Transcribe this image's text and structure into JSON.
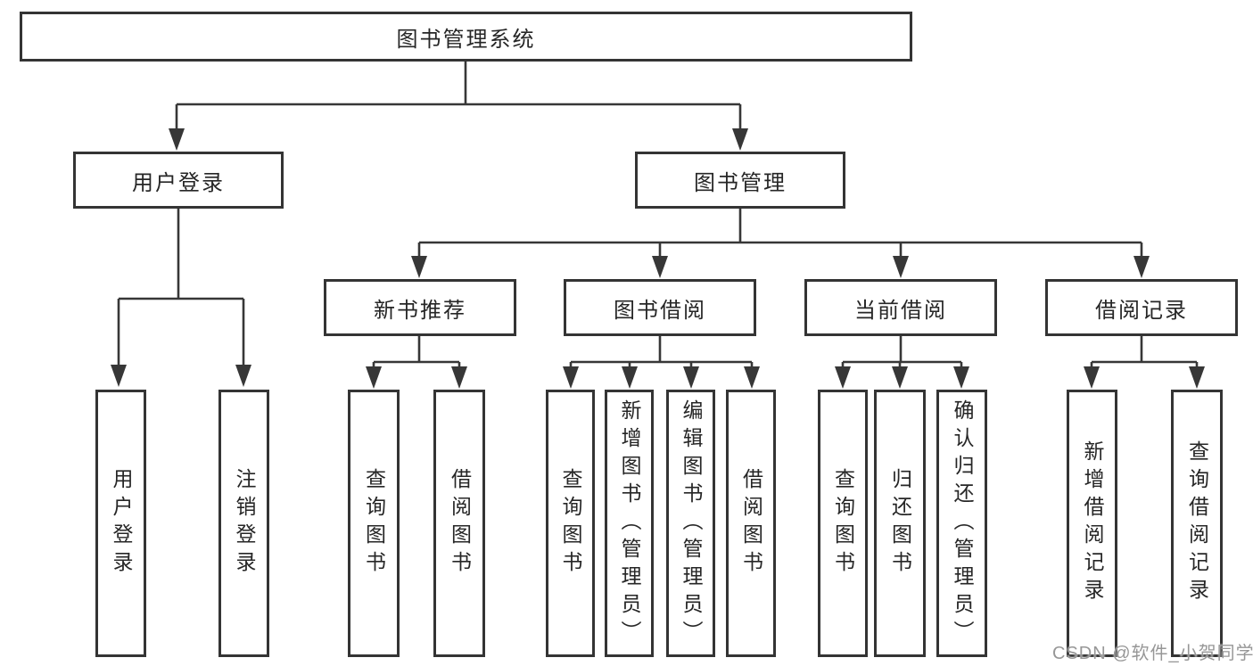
{
  "diagram": {
    "type": "hierarchy",
    "colors": {
      "line": "#373737",
      "border": "#343434",
      "text": "#262626",
      "background": "#ffffff",
      "watermark_text": "#979797"
    }
  },
  "tree": {
    "root": {
      "label": "图书管理系统",
      "children": [
        {
          "label": "用户登录",
          "children": [
            {
              "label": "用户登录"
            },
            {
              "label": "注销登录"
            }
          ]
        },
        {
          "label": "图书管理",
          "children": [
            {
              "label": "新书推荐",
              "children": [
                {
                  "label": "查询图书"
                },
                {
                  "label": "借阅图书"
                }
              ]
            },
            {
              "label": "图书借阅",
              "children": [
                {
                  "label": "查询图书"
                },
                {
                  "label": "新增图书（管理员）"
                },
                {
                  "label": "编辑图书（管理员）"
                },
                {
                  "label": "借阅图书"
                }
              ]
            },
            {
              "label": "当前借阅",
              "children": [
                {
                  "label": "查询图书"
                },
                {
                  "label": "归还图书"
                },
                {
                  "label": "确认归还（管理员）"
                }
              ]
            },
            {
              "label": "借阅记录",
              "children": [
                {
                  "label": "新增借阅记录"
                },
                {
                  "label": "查询借阅记录"
                }
              ]
            }
          ]
        }
      ]
    }
  },
  "watermark": {
    "text": "CSDN @软件_小贺同学"
  }
}
